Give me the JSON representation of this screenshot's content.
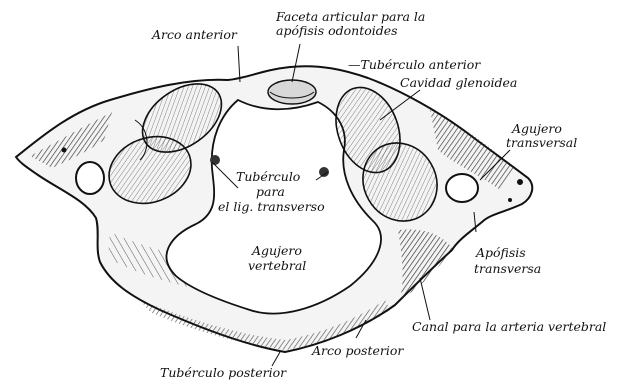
{
  "figure": {
    "labels": {
      "arco_anterior": "Arco anterior",
      "faceta_1": "Faceta articular para la",
      "faceta_2": "apófisis odontoides",
      "tuberculo_anterior": "—Tubérculo anterior",
      "cavidad_glenoidea": "Cavidad glenoidea",
      "agujero_transversal_1": "Agujero",
      "agujero_transversal_2": "transversal",
      "tuberculo_lig_1": "Tubérculo",
      "tuberculo_lig_2": "para",
      "tuberculo_lig_3": "el lig. transverso",
      "agujero_vertebral_1": "Agujero",
      "agujero_vertebral_2": "vertebral",
      "apofisis_1": "Apófisis",
      "apofisis_2": "transversa",
      "canal": "Canal para la arteria vertebral",
      "arco_posterior": "Arco posterior",
      "tuberculo_posterior": "Tubérculo posterior"
    },
    "colors": {
      "ink": "#111111",
      "paper": "#ffffff",
      "shade": "#2a2a2a"
    }
  }
}
